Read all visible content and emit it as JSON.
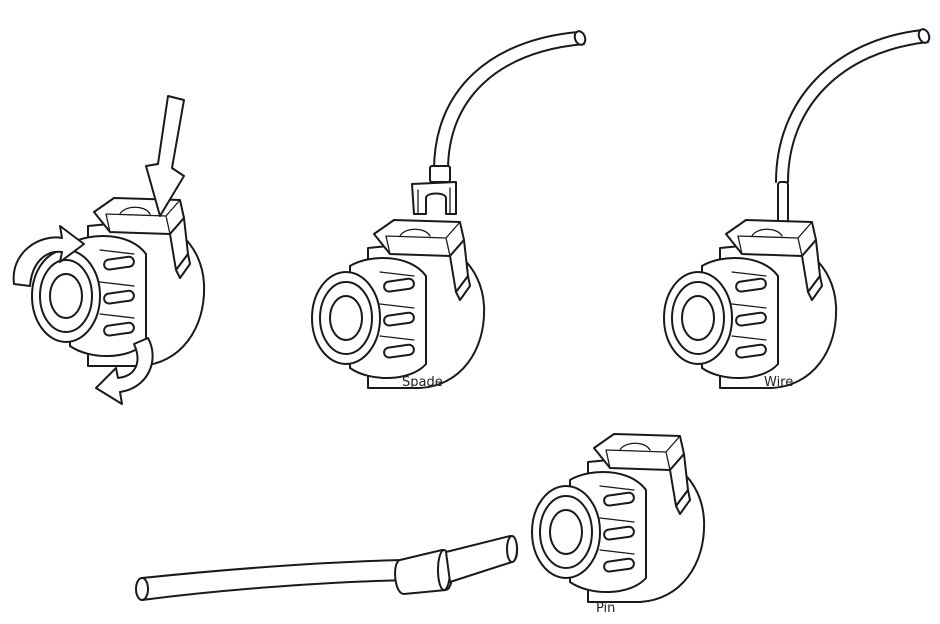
{
  "labels": {
    "spade": "Spade",
    "wire": "Wire",
    "pin": "Pin"
  },
  "colors": {
    "line": "#1a1a1a",
    "background": "#ffffff"
  }
}
